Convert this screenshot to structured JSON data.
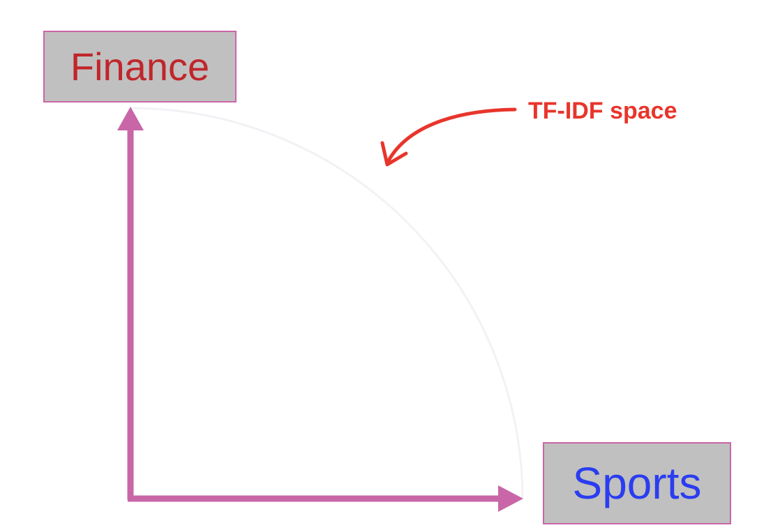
{
  "axes": {
    "vertical_label": "Finance",
    "horizontal_label": "Sports"
  },
  "annotation": {
    "text": "TF-IDF space"
  },
  "colors": {
    "axis_arrow": "#c966a8",
    "box_fill": "#c0c0c0",
    "box_border": "#c966a8",
    "finance_text": "#c0262b",
    "sports_text": "#2b3df0",
    "annotation_text": "#e8352b",
    "arc": "#f2f2f6"
  }
}
